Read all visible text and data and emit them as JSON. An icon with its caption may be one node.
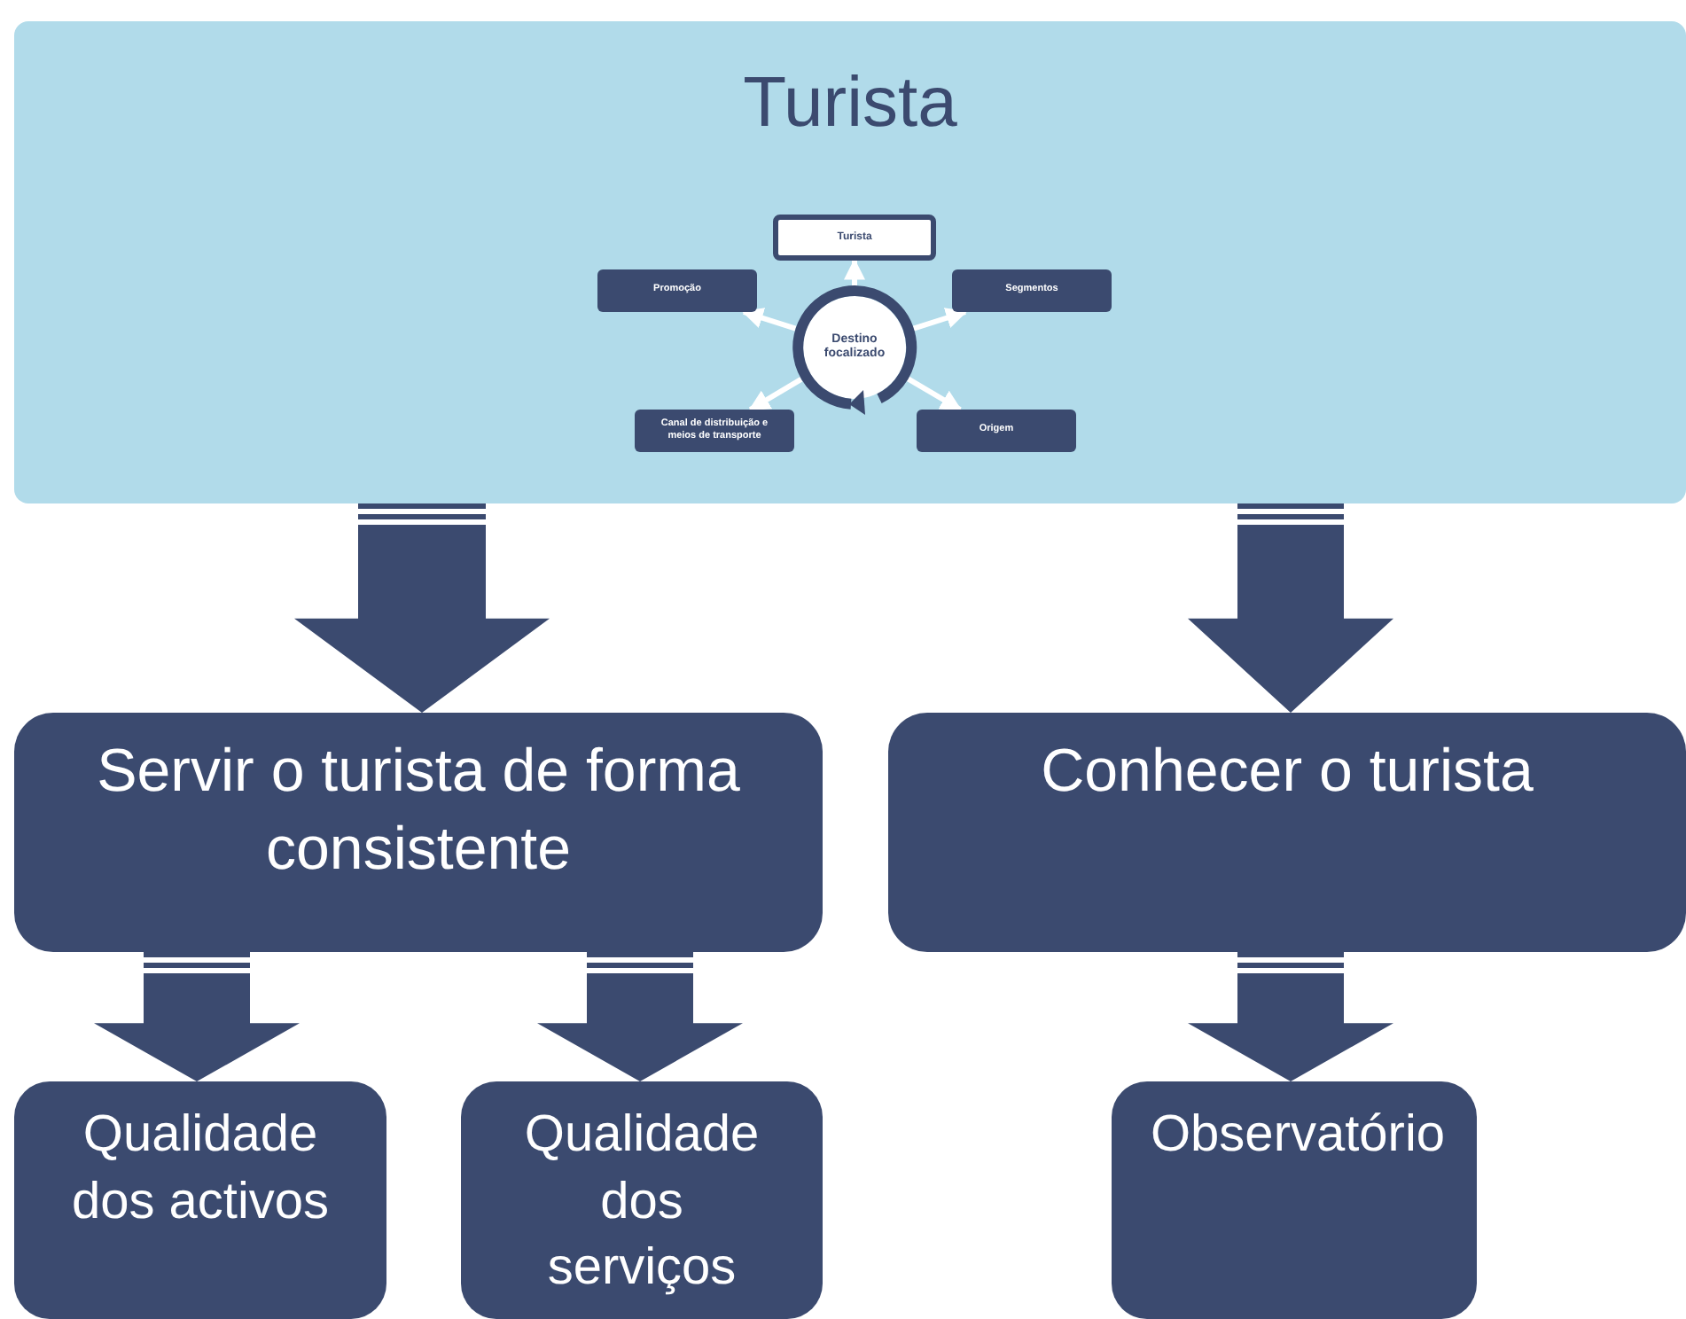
{
  "diagram": {
    "nodes": [
      {
        "text": [
          "Turista"
        ]
      },
      {
        "text": [
          "Turista"
        ],
        "in": 0
      },
      {
        "text": [
          "Promoção"
        ],
        "in": 0
      },
      {
        "text": [
          "Segmentos"
        ],
        "in": 0
      },
      {
        "text": [
          "Destino focalizado"
        ],
        "in": 0
      },
      {
        "text": [
          "Canal de distribuição e meios de transporte"
        ],
        "in": 0
      },
      {
        "text": [
          "Origem"
        ],
        "in": 0
      },
      {
        "text": [
          "Servir o turista de forma consistente"
        ]
      },
      {
        "text": [
          "Conhecer o turista"
        ]
      },
      {
        "text": [
          "Qualidade dos activos"
        ]
      },
      {
        "text": [
          "Qualidade dos serviços"
        ]
      },
      {
        "text": [
          "Observatório"
        ]
      }
    ],
    "edges": [
      {
        "from": 4,
        "to": 1,
        "arrow": "to",
        "color": "#ffffff"
      },
      {
        "from": 4,
        "to": 2,
        "arrow": "to",
        "color": "#ffffff"
      },
      {
        "from": 4,
        "to": 3,
        "arrow": "to",
        "color": "#ffffff"
      },
      {
        "from": 4,
        "to": 5,
        "arrow": "to",
        "color": "#ffffff"
      },
      {
        "from": 4,
        "to": 6,
        "arrow": "to",
        "color": "#ffffff"
      },
      {
        "from": 0,
        "to": 7,
        "arrow": "to",
        "style": "thick"
      },
      {
        "from": 0,
        "to": 8,
        "arrow": "to",
        "style": "thick"
      },
      {
        "from": 7,
        "to": 9,
        "arrow": "to",
        "style": "thick"
      },
      {
        "from": 7,
        "to": 10,
        "arrow": "to",
        "style": "thick"
      },
      {
        "from": 8,
        "to": 11,
        "arrow": "to",
        "style": "thick"
      }
    ]
  }
}
